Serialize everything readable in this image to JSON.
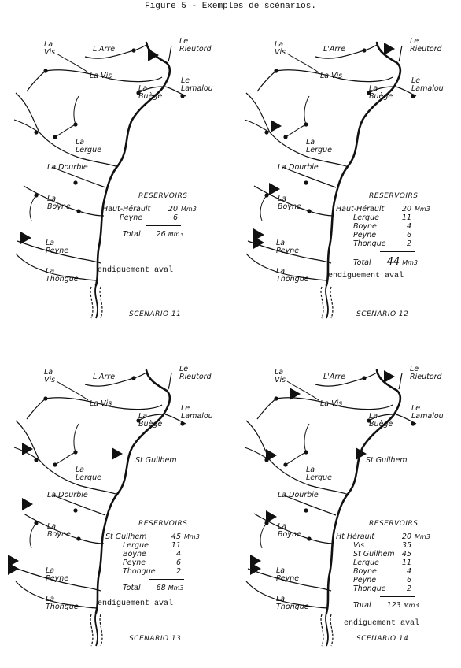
{
  "figure_title": "Figure 5 - Exemples de scénarios.",
  "rivers": {
    "vis": "La\nVis",
    "arre": "L'Arre",
    "rieutord": "Le\nRieutord",
    "lavis": "La Vis",
    "lamalou": "Le\nLamalou",
    "buege": "La\nBuège",
    "lergue": "La\nLergue",
    "dourbie": "La Dourbie",
    "boyne": "La\nBoyne",
    "peyne": "La\nPeyne",
    "thongue": "La\nThongue"
  },
  "st_guilhem": "St Guilhem",
  "reservoirs_heading": "RESERVOIRS",
  "unit": "Mm3",
  "endiguement": "endiguement aval",
  "scenarios": [
    {
      "label": "SCENARIO 11",
      "reservoirs": [
        {
          "name": "Haut-Hérault",
          "value": "20",
          "unit": "Mm3"
        },
        {
          "name": "Peyne",
          "value": "6",
          "unit": ""
        }
      ],
      "total_label": "Total",
      "total_value": "26",
      "total_unit": "Mm3"
    },
    {
      "label": "SCENARIO 12",
      "reservoirs": [
        {
          "name": "Haut-Hérault",
          "value": "20",
          "unit": "Mm3"
        },
        {
          "name": "Lergue",
          "value": "11",
          "unit": ""
        },
        {
          "name": "Boyne",
          "value": "4",
          "unit": ""
        },
        {
          "name": "Peyne",
          "value": "6",
          "unit": ""
        },
        {
          "name": "Thongue",
          "value": "2",
          "unit": ""
        }
      ],
      "total_label": "Total",
      "total_value": "44",
      "total_unit": "Mm3"
    },
    {
      "label": "SCENARIO 13",
      "reservoirs": [
        {
          "name": "St Guilhem",
          "value": "45",
          "unit": "Mm3"
        },
        {
          "name": "Lergue",
          "value": "11",
          "unit": ""
        },
        {
          "name": "Boyne",
          "value": "4",
          "unit": ""
        },
        {
          "name": "Peyne",
          "value": "6",
          "unit": ""
        },
        {
          "name": "Thongue",
          "value": "2",
          "unit": ""
        }
      ],
      "total_label": "Total",
      "total_value": "68",
      "total_unit": "Mm3"
    },
    {
      "label": "SCENARIO 14",
      "reservoirs": [
        {
          "name": "Ht Hérault",
          "value": "20",
          "unit": "Mm3"
        },
        {
          "name": "Vis",
          "value": "35",
          "unit": ""
        },
        {
          "name": "St Guilhem",
          "value": "45",
          "unit": ""
        },
        {
          "name": "Lergue",
          "value": "11",
          "unit": ""
        },
        {
          "name": "Boyne",
          "value": "4",
          "unit": ""
        },
        {
          "name": "Peyne",
          "value": "6",
          "unit": ""
        },
        {
          "name": "Thongue",
          "value": "2",
          "unit": ""
        }
      ],
      "total_label": "Total",
      "total_value": "123",
      "total_unit": "Mm3"
    }
  ]
}
